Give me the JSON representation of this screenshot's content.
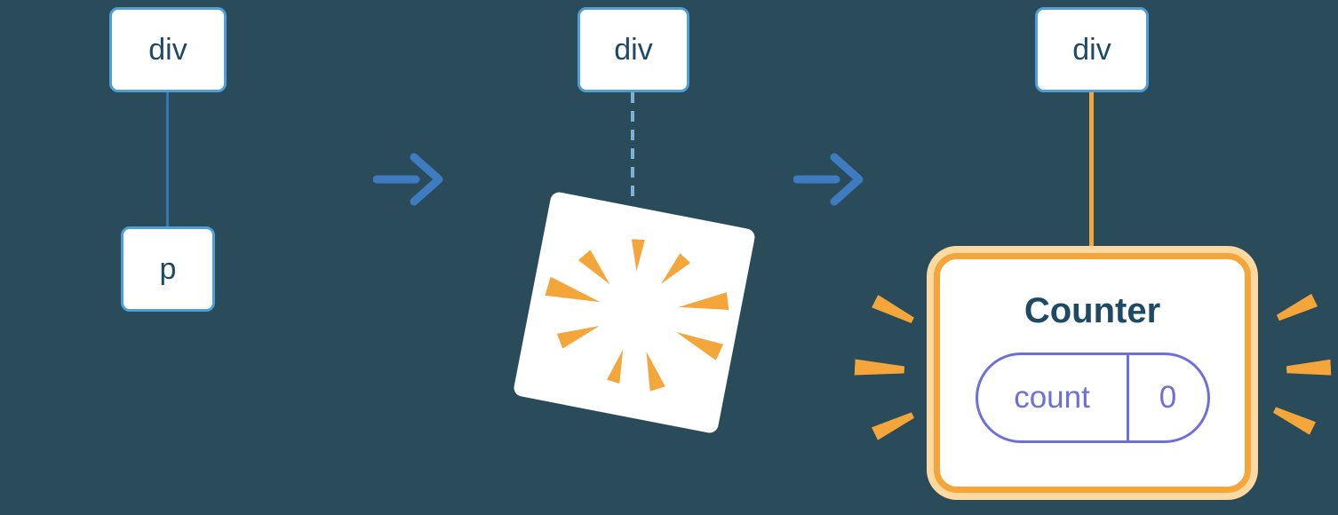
{
  "diagram": {
    "stage1": {
      "parent_label": "div",
      "child_label": "p"
    },
    "stage2": {
      "parent_label": "div"
    },
    "stage3": {
      "parent_label": "div",
      "component_label": "Counter",
      "state_key": "count",
      "state_value": "0"
    }
  },
  "colors": {
    "background": "#2A4C5A",
    "node_fill": "#FFFFFF",
    "node_border": "#4D9FD9",
    "node_text": "#1F4A66",
    "edge": "#3875B5",
    "edge_dashed": "#7FB0D6",
    "arrow": "#3E7BC0",
    "orange": "#F5A63B",
    "orange_glow": "#FBD9A0",
    "purple": "#6D70DC"
  }
}
